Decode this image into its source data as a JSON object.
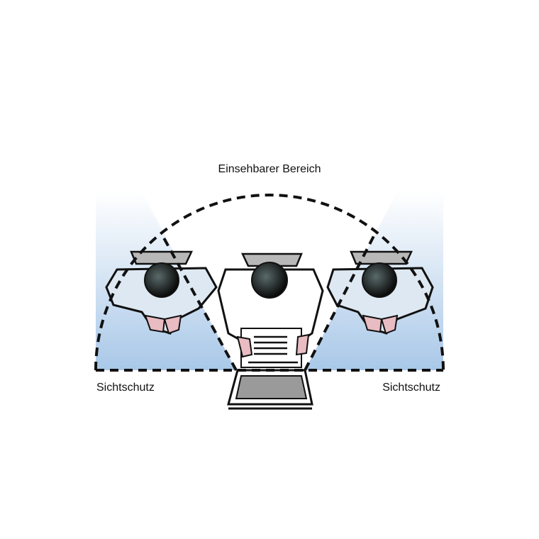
{
  "labels": {
    "viewable_area": "Einsehbarer Bereich",
    "privacy_left": "Sichtschutz",
    "privacy_right": "Sichtschutz"
  },
  "colors": {
    "shade": "#a9c8e8",
    "shirt": "#ffffff",
    "head": "#111111",
    "hand": "#e8bcc2",
    "chair": "#b8b8b8",
    "screen": "#9a9a9a"
  }
}
